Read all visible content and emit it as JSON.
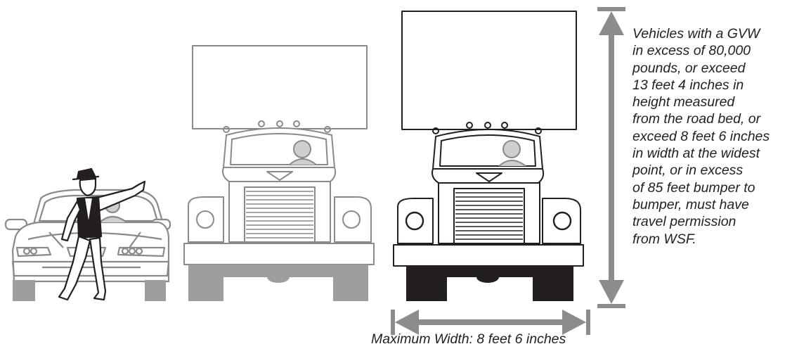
{
  "note": {
    "lines": [
      "Vehicles with a GVW",
      "in excess of 80,000",
      "pounds, or exceed",
      "13 feet 4 inches in",
      "height measured",
      "from the road bed, or",
      "exceed 8 feet 6 inches",
      "in width at the widest",
      "point, or in excess",
      "of 85 feet bumper to",
      "bumper, must have",
      "travel permission",
      "from WSF."
    ]
  },
  "width_caption": "Maximum Width: 8 feet 6 inches",
  "colors": {
    "line_dark": "#231f20",
    "line_gray": "#8a8a8a",
    "fill_gray": "#9d9d9d",
    "arrow_gray": "#8c8c8c",
    "tire_black": "#231f20"
  }
}
